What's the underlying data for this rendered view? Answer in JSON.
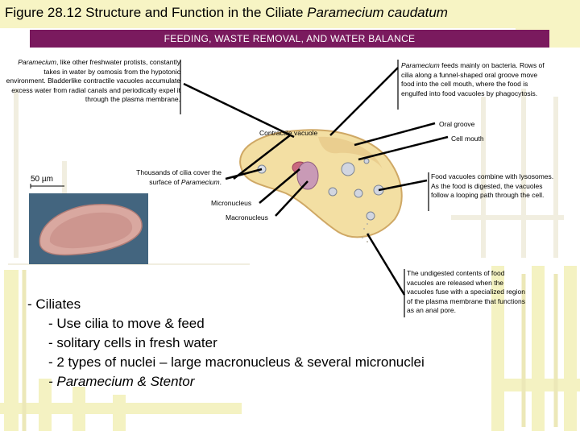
{
  "title": {
    "main": "Figure 28.12 Structure and Function in the Ciliate ",
    "italic": "Paramecium caudatum"
  },
  "banner": "FEEDING, WASTE REMOVAL, AND WATER BALANCE",
  "notes": {
    "left_italic": "Paramecium",
    "left_text": ", like other freshwater protists, constantly takes in water by osmosis from the hypotonic environment. Bladderlike contractile vacuoles accumulate excess water from radial canals and periodically expel it through the plasma membrane.",
    "right_italic": "Paramecium",
    "right_text": " feeds mainly on bacteria. Rows of cilia along a funnel-shaped oral groove move food into the cell mouth, where the food is engulfed into food vacuoles by phagocytosis.",
    "cilia_text": "Thousands of cilia cover the surface of ",
    "cilia_italic": "Paramecium",
    "cilia_end": ".",
    "foodvac_text": "Food vacuoles combine with lysosomes. As the food is digested, the vacuoles follow a looping path through the cell.",
    "undigested_text": "The undigested contents of food vacuoles are released when the vacuoles fuse with a specialized region of the plasma membrane that functions as an anal pore."
  },
  "labels": {
    "oral_groove": "Oral groove",
    "contractile_vacuole": "Contractile vacuole",
    "cell_mouth": "Cell mouth",
    "micronucleus": "Micronucleus",
    "macronucleus": "Macronucleus",
    "scale_bar": "50 µm"
  },
  "bullets": {
    "ciliates": "- Ciliates",
    "cilia": "- Use cilia to move & feed",
    "solitary": "- solitary cells in fresh water",
    "nuclei": "- 2 types of nuclei – large macronucleus & several micronuclei",
    "examples": "- Paramecium & Stentor"
  },
  "colors": {
    "banner": "#7a1a5e",
    "background_deco": "#f4f2c2",
    "cell_fill": "#f3dfa3",
    "cell_edge": "#cfa865"
  }
}
